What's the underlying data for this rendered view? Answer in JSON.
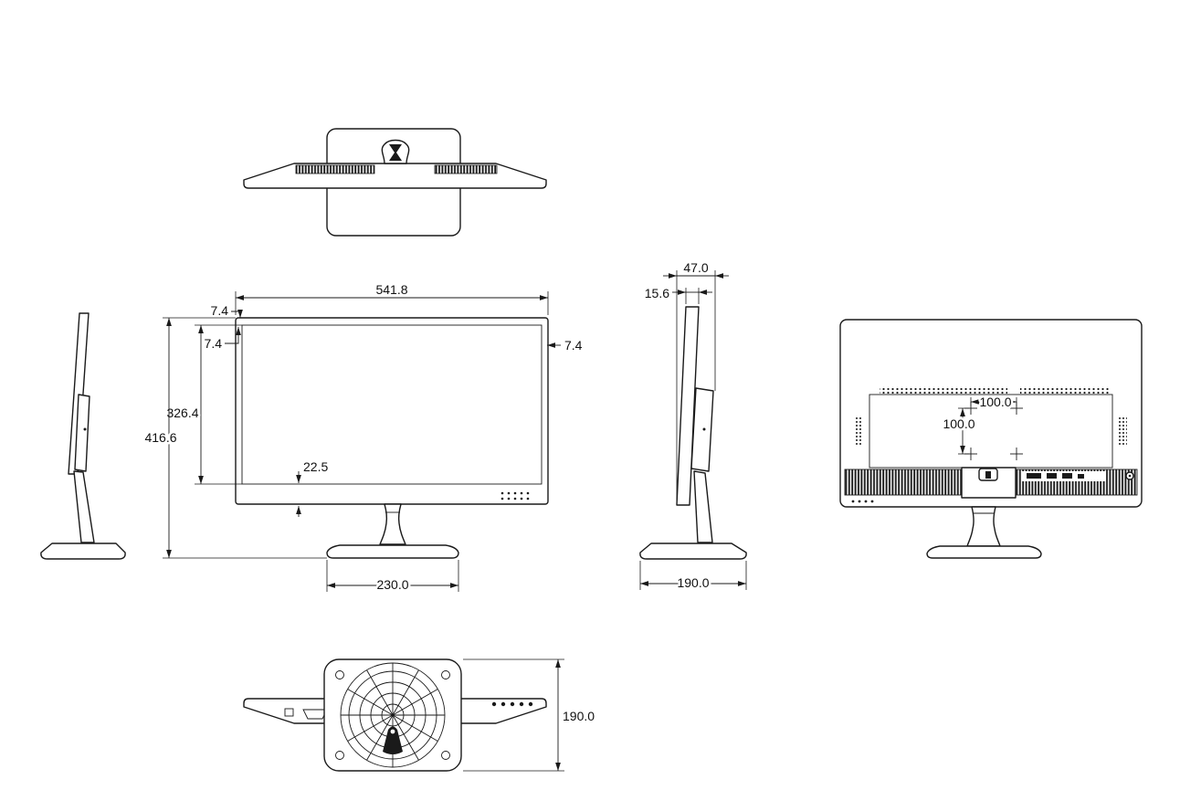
{
  "page": {
    "background": "#ffffff",
    "line_color": "#1a1a1a",
    "drawing_subject": "monitor-dimension-drawing"
  },
  "views": {
    "front": {
      "dims": {
        "overall_width": "541.8",
        "bezel_left": "7.4",
        "bezel_top": "7.4",
        "bezel_right": "7.4",
        "screen_height": "326.4",
        "overall_height": "416.6",
        "bezel_bottom": "22.5",
        "stand_base_width": "230.0"
      }
    },
    "right_side": {
      "dims": {
        "overall_depth": "47.0",
        "panel_thickness": "15.6",
        "stand_base_depth": "190.0"
      }
    },
    "back": {
      "dims": {
        "vesa_width": "100.0",
        "vesa_height": "100.0"
      }
    },
    "bottom": {
      "dims": {
        "stand_base_depth": "190.0"
      }
    }
  }
}
